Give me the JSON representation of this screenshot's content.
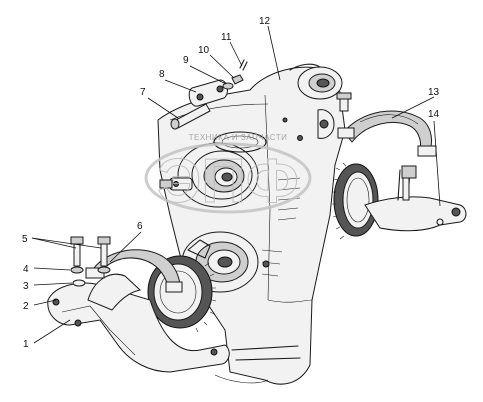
{
  "watermark": {
    "logo_text": "ЭПФ",
    "subtitle": "ТЕХНИКА И ЗАПЧАСТИ"
  },
  "callouts": [
    {
      "number": "1"
    },
    {
      "number": "2"
    },
    {
      "number": "3"
    },
    {
      "number": "4"
    },
    {
      "number": "5"
    },
    {
      "number": "6"
    },
    {
      "number": "7"
    },
    {
      "number": "8"
    },
    {
      "number": "9"
    },
    {
      "number": "10"
    },
    {
      "number": "11"
    },
    {
      "number": "12"
    },
    {
      "number": "13"
    },
    {
      "number": "14"
    }
  ]
}
